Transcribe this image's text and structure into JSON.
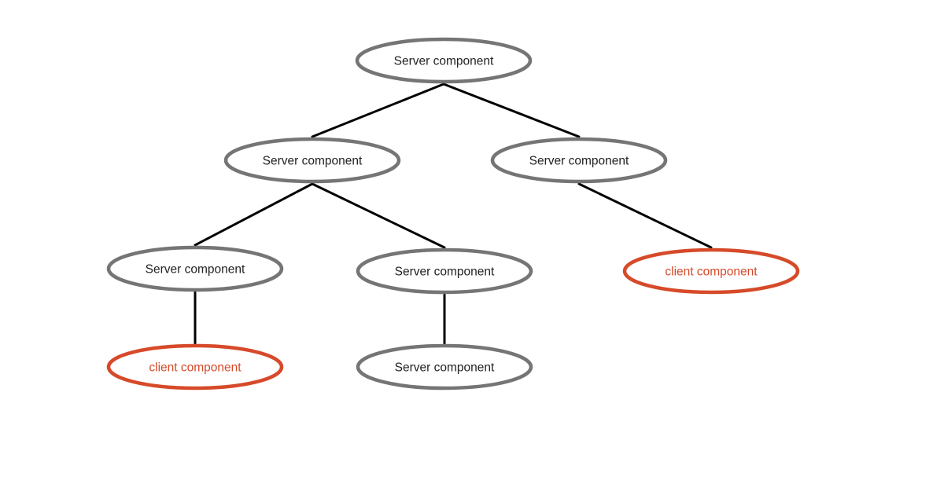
{
  "colors": {
    "server": "#757575",
    "client": "#d64a2a",
    "server_text": "#222222",
    "client_text": "#d64a2a",
    "edge": "#000000"
  },
  "nodes": [
    {
      "id": "root",
      "label": "Server component",
      "kind": "server"
    },
    {
      "id": "s-left",
      "label": "Server component",
      "kind": "server"
    },
    {
      "id": "s-right",
      "label": "Server component",
      "kind": "server"
    },
    {
      "id": "s-left-left",
      "label": "Server component",
      "kind": "server"
    },
    {
      "id": "s-left-right",
      "label": "Server component",
      "kind": "server"
    },
    {
      "id": "c-right",
      "label": "client component",
      "kind": "client"
    },
    {
      "id": "c-left",
      "label": "client component",
      "kind": "client"
    },
    {
      "id": "s-bottom",
      "label": "Server component",
      "kind": "server"
    }
  ],
  "edges": [
    {
      "from": "root",
      "to": "s-left"
    },
    {
      "from": "root",
      "to": "s-right"
    },
    {
      "from": "s-left",
      "to": "s-left-left"
    },
    {
      "from": "s-left",
      "to": "s-left-right"
    },
    {
      "from": "s-right",
      "to": "c-right"
    },
    {
      "from": "s-left-left",
      "to": "c-left"
    },
    {
      "from": "s-left-right",
      "to": "s-bottom"
    }
  ]
}
